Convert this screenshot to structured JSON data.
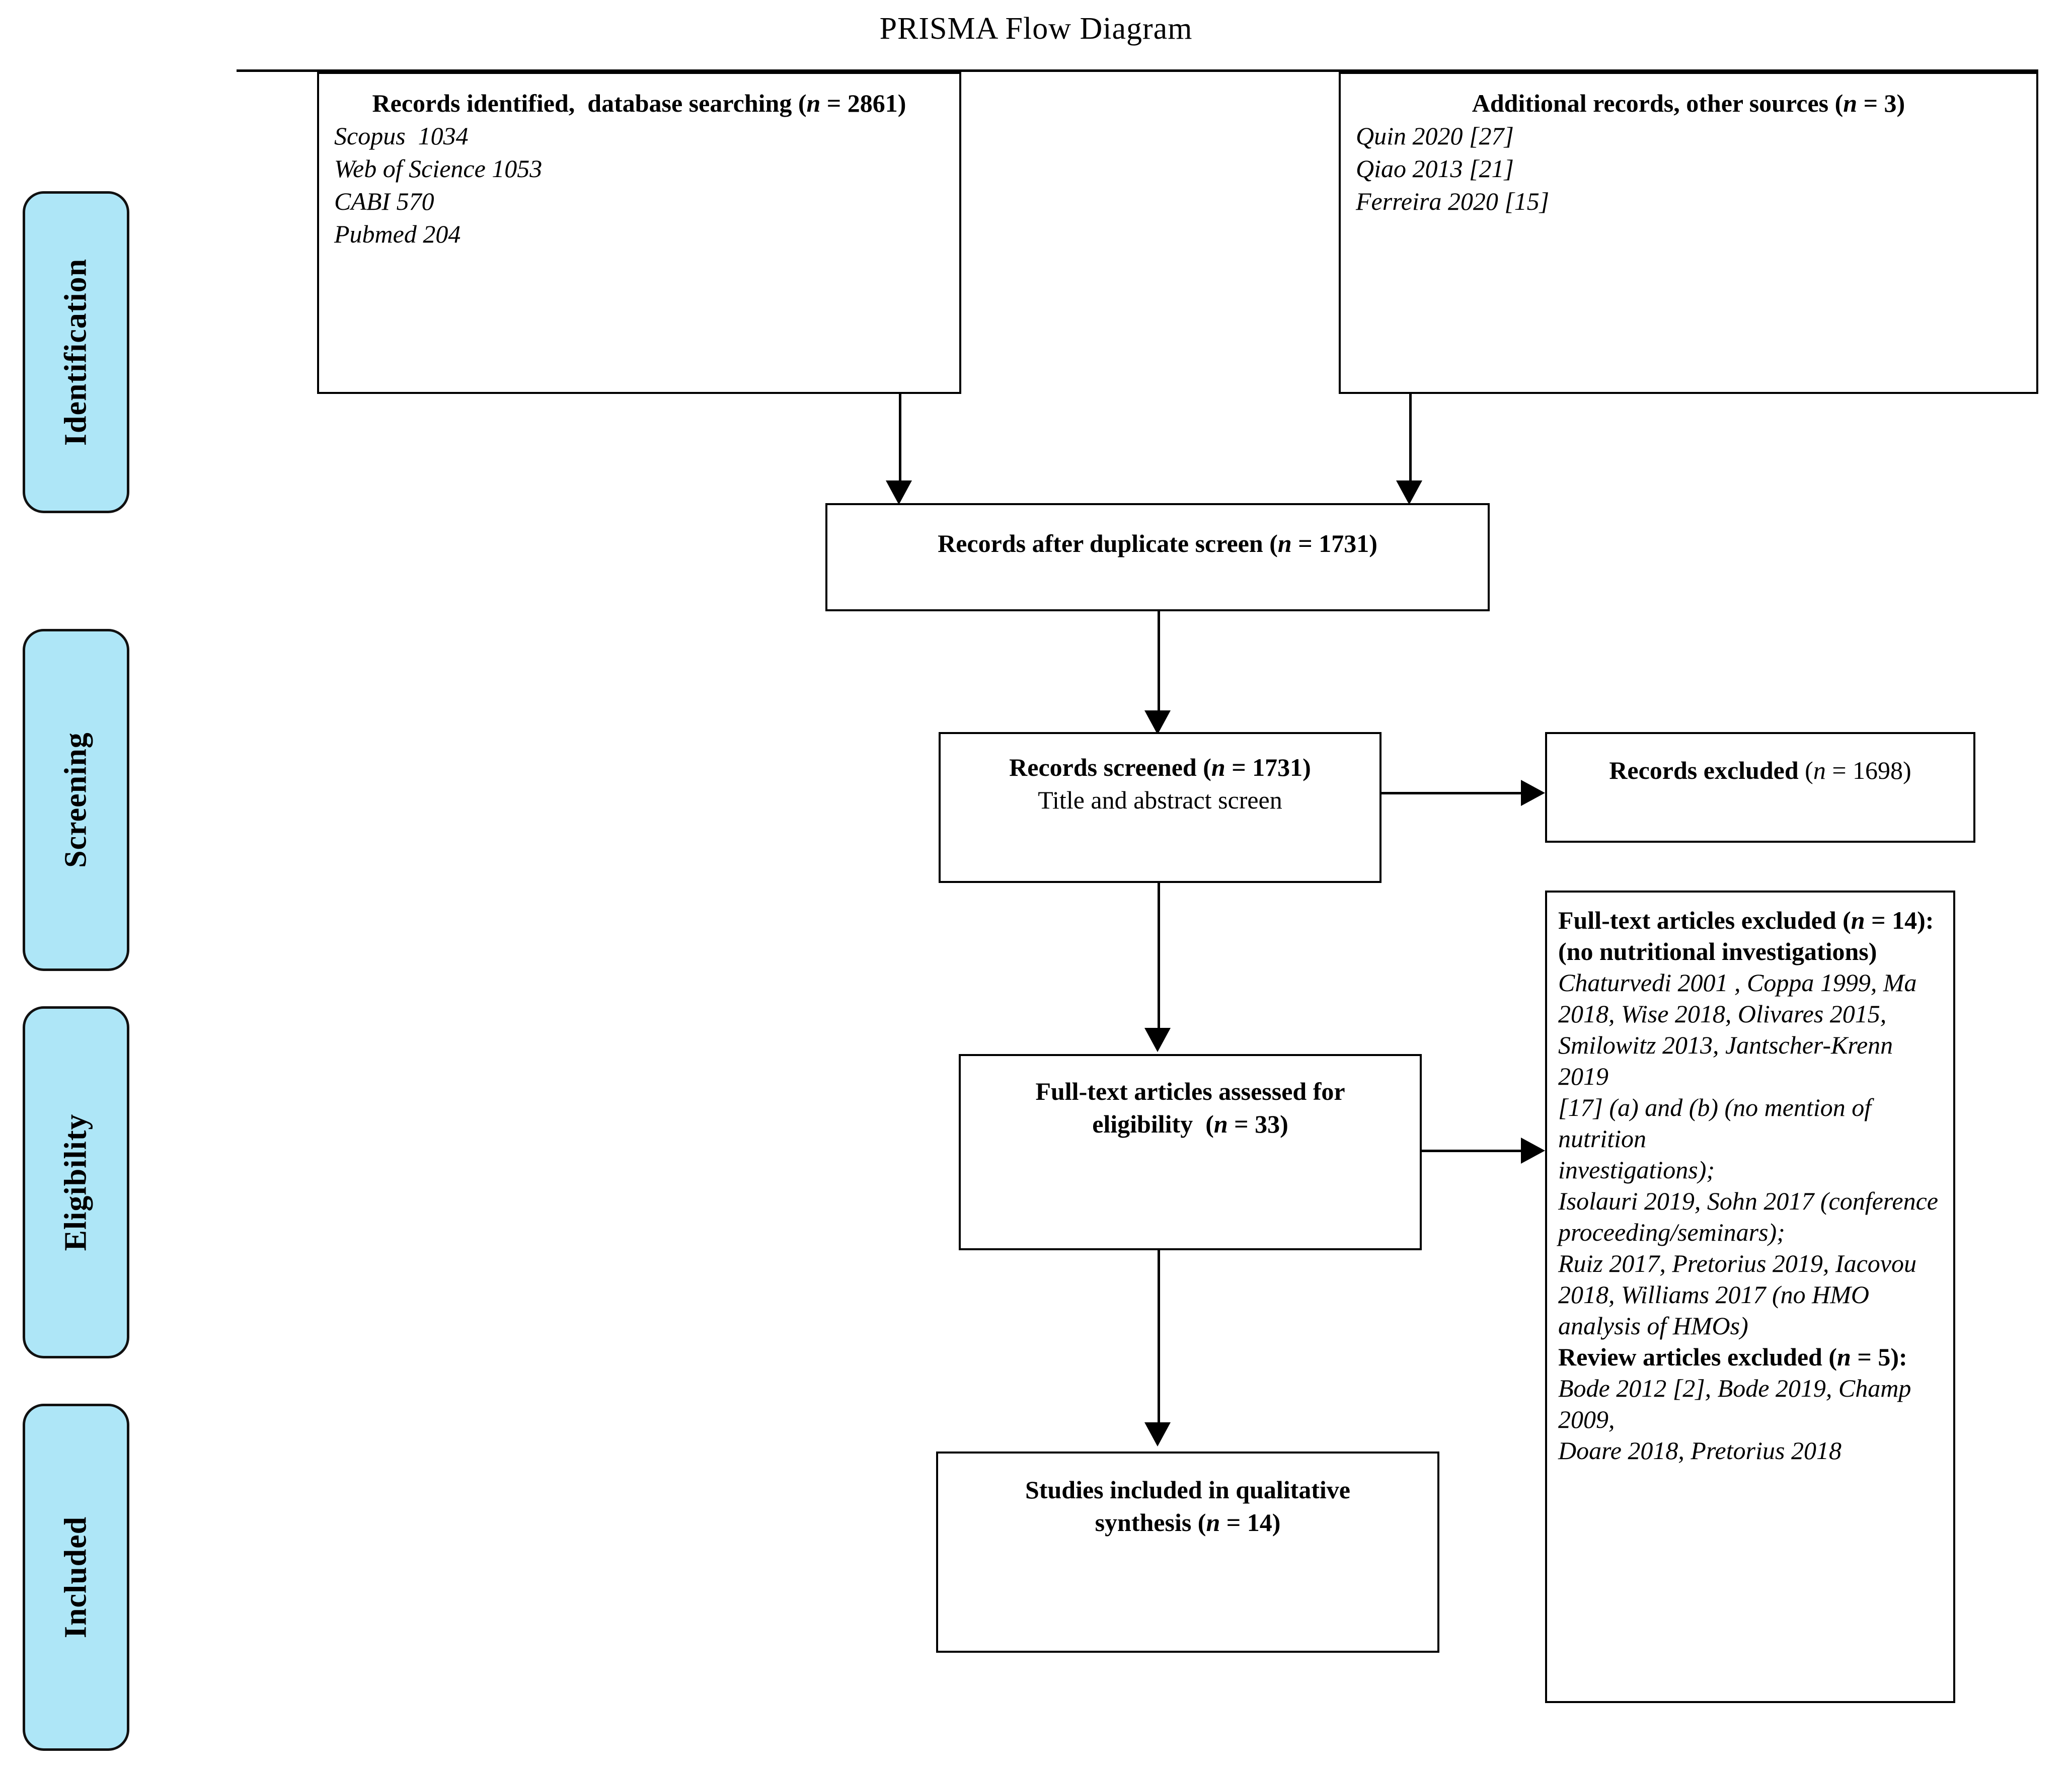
{
  "diagram": {
    "title": "PRISMA Flow Diagram",
    "accent_color": "#aee6f7",
    "line_color": "#000000",
    "background_color": "#ffffff"
  },
  "phases": [
    {
      "label": "Identification"
    },
    {
      "label": "Screening"
    },
    {
      "label": "Eligibility"
    },
    {
      "label": "Included"
    }
  ],
  "boxes": {
    "identified": {
      "header": "Records identified,  database searching (",
      "header_n": "n",
      "header_tail": " = 2861)",
      "sources": [
        "Scopus  1034",
        "Web of Science 1053",
        "CABI 570",
        "Pubmed 204"
      ]
    },
    "additional": {
      "header": "Additional records, other sources (",
      "header_n": "n",
      "header_tail": " = 3)",
      "sources": [
        "Quin 2020 [27]",
        "Qiao 2013 [21]",
        "Ferreira 2020 [15]"
      ]
    },
    "duplicates": {
      "header": "Records after duplicate screen (",
      "header_n": "n",
      "header_tail": " = 1731)"
    },
    "screened": {
      "header": "Records screened (",
      "header_n": "n",
      "header_tail": " = 1731)",
      "subline": "Title and abstract screen"
    },
    "records_excluded": {
      "header": "Records excluded ",
      "header_paren_open": "(",
      "header_n": "n",
      "header_tail": " = 1698)"
    },
    "fulltext_assessed": {
      "line1": "Full-text articles assessed for",
      "line2_pre": "eligibility  (",
      "line2_n": "n",
      "line2_tail": " = 33)"
    },
    "fulltext_excluded": {
      "header_pre": "Full-text articles excluded (",
      "header_n": "n",
      "header_tail": " = 14):",
      "header_line2": "(no nutritional investigations)",
      "body_lines": [
        "Chaturvedi 2001 , Coppa 1999, Ma",
        "2018, Wise 2018, Olivares 2015,",
        "Smilowitz 2013, Jantscher-Krenn 2019",
        "[17] (a) and (b) (no mention of nutrition",
        "investigations);",
        "Isolauri 2019, Sohn 2017 (conference",
        "proceeding/seminars);",
        "Ruiz 2017, Pretorius 2019, Iacovou",
        "2018, Williams 2017 (no HMO",
        "analysis of HMOs)"
      ],
      "review_header_pre": "Review articles excluded (",
      "review_header_n": "n",
      "review_header_tail": " = 5):",
      "review_lines": [
        "Bode 2012 [2], Bode 2019, Champ 2009,",
        "Doare 2018, Pretorius 2018"
      ]
    },
    "included": {
      "line1": "Studies included in qualitative",
      "line2_pre": "synthesis (",
      "line2_n": "n",
      "line2_tail": " = 14)"
    }
  },
  "chart_data": {
    "type": "diagram",
    "title": "PRISMA Flow Diagram",
    "nodes": [
      {
        "id": "identified",
        "phase": "Identification",
        "label": "Records identified, database searching",
        "n": 2861,
        "breakdown": [
          {
            "source": "Scopus",
            "count": 1034
          },
          {
            "source": "Web of Science",
            "count": 1053
          },
          {
            "source": "CABI",
            "count": 570
          },
          {
            "source": "Pubmed",
            "count": 204
          }
        ]
      },
      {
        "id": "additional",
        "phase": "Identification",
        "label": "Additional records, other sources",
        "n": 3,
        "breakdown": [
          {
            "source": "Quin 2020 [27]",
            "count": null
          },
          {
            "source": "Qiao 2013 [21]",
            "count": null
          },
          {
            "source": "Ferreira 2020 [15]",
            "count": null
          }
        ]
      },
      {
        "id": "duplicates",
        "phase": "Identification",
        "label": "Records after duplicate screen",
        "n": 1731
      },
      {
        "id": "screened",
        "phase": "Screening",
        "label": "Records screened (Title and abstract screen)",
        "n": 1731
      },
      {
        "id": "records_excluded",
        "phase": "Screening",
        "label": "Records excluded",
        "n": 1698
      },
      {
        "id": "fulltext_assessed",
        "phase": "Eligibility",
        "label": "Full-text articles assessed for eligibility",
        "n": 33
      },
      {
        "id": "fulltext_excluded",
        "phase": "Eligibility",
        "label": "Full-text articles excluded",
        "n": 14
      },
      {
        "id": "review_excluded",
        "phase": "Eligibility",
        "label": "Review articles excluded",
        "n": 5
      },
      {
        "id": "included",
        "phase": "Included",
        "label": "Studies included in qualitative synthesis",
        "n": 14
      }
    ],
    "edges": [
      {
        "from": "identified",
        "to": "duplicates"
      },
      {
        "from": "additional",
        "to": "duplicates"
      },
      {
        "from": "duplicates",
        "to": "screened"
      },
      {
        "from": "screened",
        "to": "records_excluded"
      },
      {
        "from": "screened",
        "to": "fulltext_assessed"
      },
      {
        "from": "fulltext_assessed",
        "to": "fulltext_excluded"
      },
      {
        "from": "fulltext_assessed",
        "to": "included"
      }
    ]
  }
}
